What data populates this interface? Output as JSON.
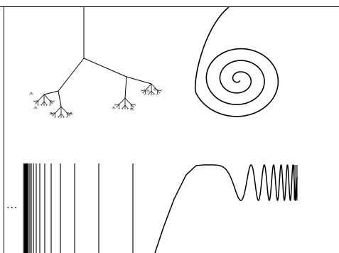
{
  "colors": {
    "background": "#ffffff",
    "ink": "#000000",
    "ink_soft": "#222222"
  },
  "panels": [
    {
      "id": "top-left",
      "content": "fractal-tree"
    },
    {
      "id": "top-right",
      "content": "spiral"
    },
    {
      "id": "bottom-left",
      "content": "vertical-lines"
    },
    {
      "id": "bottom-right",
      "content": "oscillating-curve"
    }
  ],
  "labels": {
    "ellipsis": "..."
  }
}
